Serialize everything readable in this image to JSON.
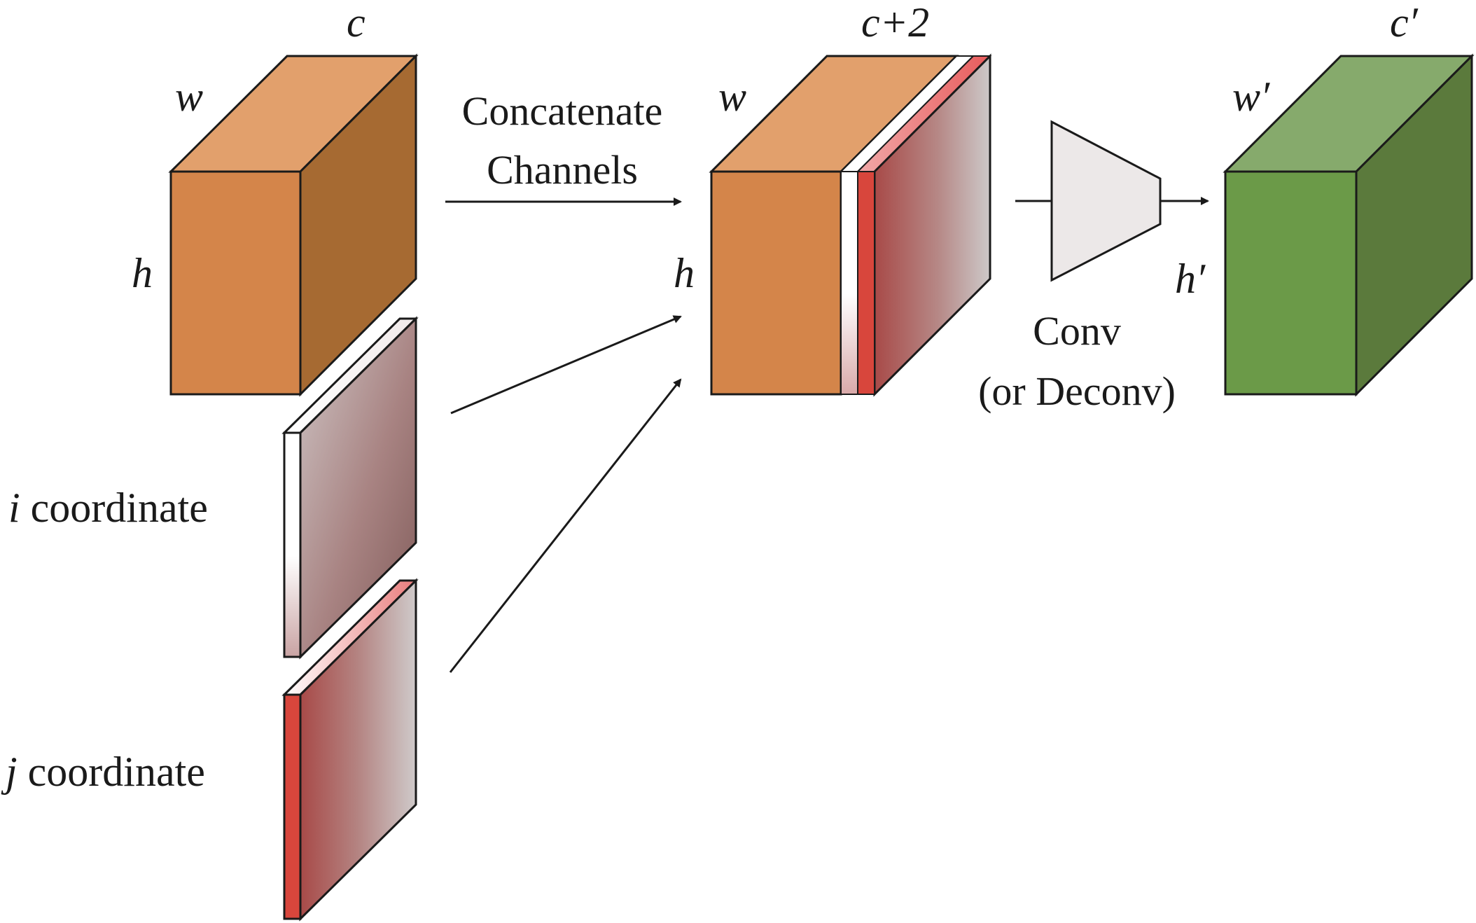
{
  "input_block": {
    "channels_label": "c",
    "width_label": "w",
    "height_label": "h"
  },
  "coord_i": {
    "label_symbol": "i",
    "label_text": " coordinate"
  },
  "coord_j": {
    "label_symbol": "j",
    "label_text": " coordinate"
  },
  "concat": {
    "line1": "Concatenate",
    "line2": "Channels"
  },
  "concat_block": {
    "channels_label": "c+2",
    "width_label": "w",
    "height_label": "h"
  },
  "conv": {
    "line1": "Conv",
    "line2": "(or Deconv)"
  },
  "output_block": {
    "channels_label": "c′",
    "width_label": "w′",
    "height_label": "h′"
  },
  "colors": {
    "orange_front": "#d4854a",
    "orange_top": "#e2a06c",
    "orange_side": "#a66a32",
    "green_front": "#6b9a48",
    "green_top": "#86aa6c",
    "green_side": "#5b7a3c",
    "coord_red": "#d8463c",
    "conv_fill": "#ece8e8"
  }
}
